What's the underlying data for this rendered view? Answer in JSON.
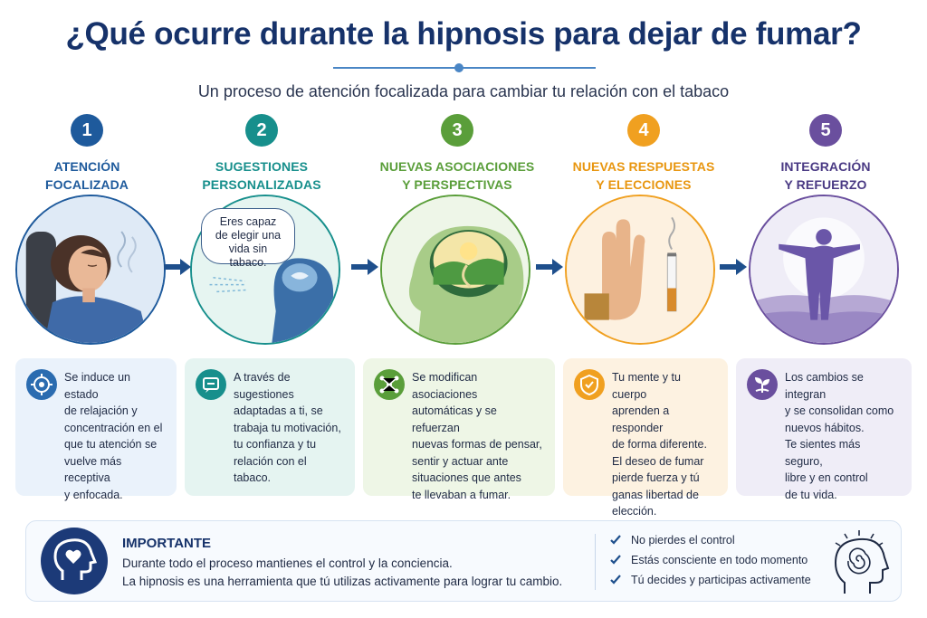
{
  "title": "¿Qué ocurre durante la hipnosis para dejar de fumar?",
  "subtitle": "Un proceso de atención focalizada para cambiar tu relación con el tabaco",
  "steps": [
    {
      "number": "1",
      "title": "ATENCIÓN\nFOCALIZADA",
      "color": "#1e5a9c",
      "text": "Se induce un estado\nde relajación y\nconcentración en el\nque tu atención se\nvuelve más receptiva\ny enfocada.",
      "icon": "target-icon"
    },
    {
      "number": "2",
      "title": "SUGESTIONES\nPERSONALIZADAS",
      "color": "#178f8c",
      "text": "A través de sugestiones\nadaptadas a ti, se\ntrabaja tu motivación,\ntu confianza y tu\nrelación con el tabaco.",
      "icon": "speech-bubble-icon",
      "bubble": "Eres capaz\nde elegir una\nvida sin tabaco."
    },
    {
      "number": "3",
      "title": "NUEVAS ASOCIACIONES\nY PERSPECTIVAS",
      "color": "#5a9e3a",
      "text": "Se modifican asociaciones\nautomáticas y se refuerzan\nnuevas formas de pensar,\nsentir y actuar ante\nsituaciones que antes\nte llevaban a fumar.",
      "icon": "network-icon"
    },
    {
      "number": "4",
      "title": "NUEVAS RESPUESTAS\nY ELECCIONES",
      "color": "#f0a020",
      "text": "Tu mente y tu cuerpo\naprenden a responder\nde forma diferente.\nEl deseo de fumar\npierde fuerza y tú\nganas libertad de\nelección.",
      "icon": "shield-check-icon"
    },
    {
      "number": "5",
      "title": "INTEGRACIÓN\nY REFUERZO",
      "color": "#6a4f9e",
      "text": "Los cambios se integran\ny se consolidan como\nnuevos hábitos.\nTe sientes más seguro,\nlibre y en control\nde tu vida.",
      "icon": "sprout-icon"
    }
  ],
  "important": {
    "title": "IMPORTANTE",
    "text": "Durante todo el proceso mantienes el control y la conciencia.\nLa hipnosis es una herramienta que tú utilizas activamente para lograr tu cambio.",
    "checks": [
      "No pierdes el control",
      "Estás consciente en todo momento",
      "Tú decides y participas activamente"
    ]
  }
}
